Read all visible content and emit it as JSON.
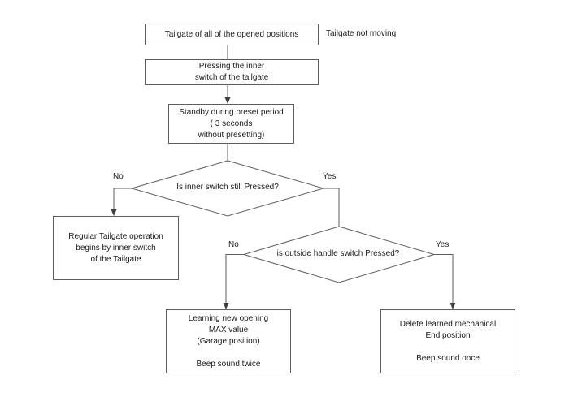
{
  "flowchart": {
    "side_note": "Tailgate not moving",
    "nodes": {
      "start": {
        "text": "Tailgate of all of the opened positions"
      },
      "press_inner": {
        "text": "Pressing the inner\nswitch of the tailgate"
      },
      "standby": {
        "text": "Standby during preset period\n( 3 seconds\nwithout presetting)"
      },
      "decision_inner": {
        "text": "Is inner switch still Pressed?"
      },
      "regular_operation": {
        "text": "Regular Tailgate operation\nbegins by inner switch\nof the Tailgate"
      },
      "decision_outside": {
        "text": "is outside handle switch Pressed?"
      },
      "learn_max": {
        "text": "Learning new opening\nMAX value\n(Garage position)\n\nBeep sound twice"
      },
      "delete_end": {
        "text": "Delete learned mechanical\nEnd position\n\nBeep sound once"
      }
    },
    "branch_labels": {
      "decision_inner_no": "No",
      "decision_inner_yes": "Yes",
      "decision_outside_no": "No",
      "decision_outside_yes": "Yes"
    },
    "colors": {
      "background": "#ffffff",
      "line": "#5d5d5d",
      "text": "#1a1a1a",
      "node_fill": "#ffffff"
    }
  }
}
